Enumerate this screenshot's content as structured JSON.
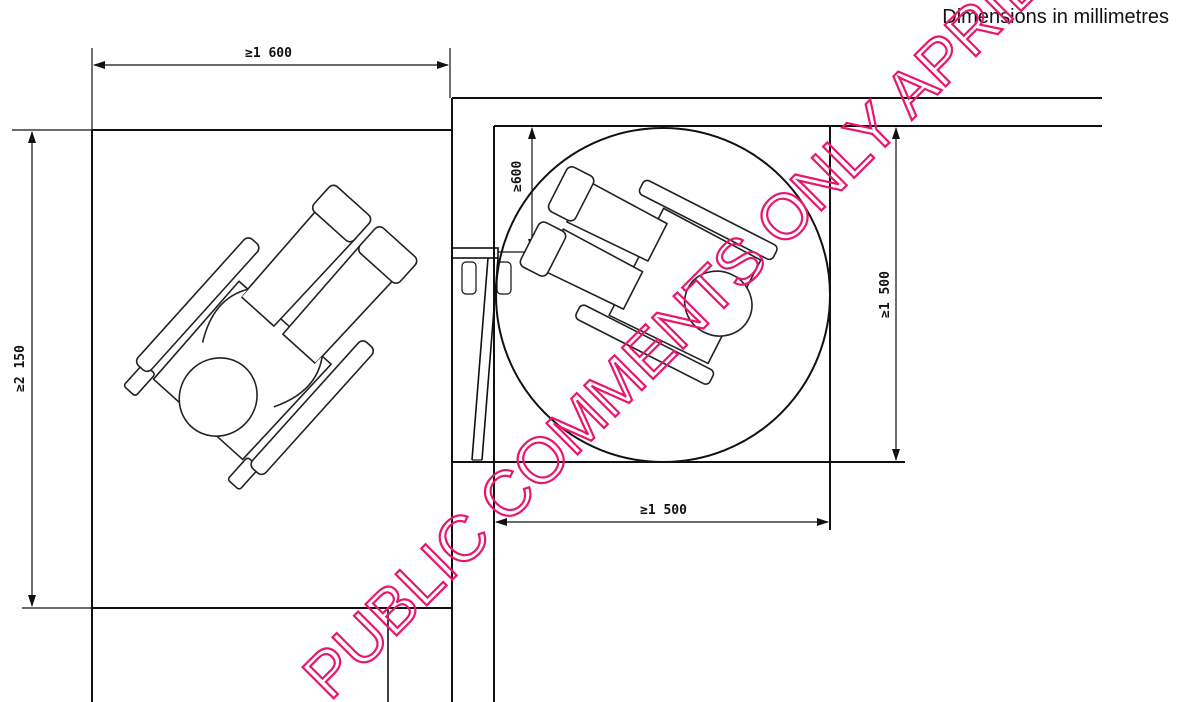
{
  "header": {
    "units_note": "Dimensions in millimetres"
  },
  "dimensions": {
    "width_left": "≥1 600",
    "height_left": "≥2 150",
    "top_offset": "≥600",
    "height_right": "≥1 500",
    "width_right": "≥1 500"
  },
  "watermark": {
    "text": "PUBLIC COMMENTS ONLY APRIL - JUNE"
  },
  "colors": {
    "watermark": "#e8176e",
    "lines": "#111111"
  }
}
